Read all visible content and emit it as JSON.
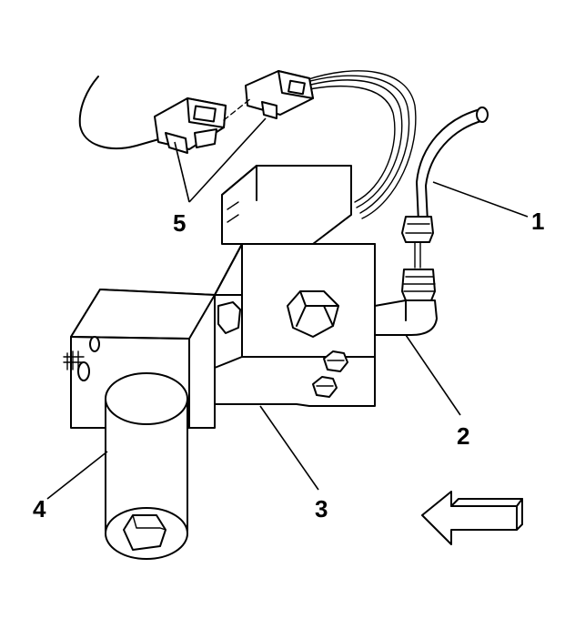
{
  "callouts": [
    {
      "id": "1",
      "label": "1"
    },
    {
      "id": "2",
      "label": "2"
    },
    {
      "id": "3",
      "label": "3"
    },
    {
      "id": "4",
      "label": "4"
    },
    {
      "id": "5",
      "label": "5"
    }
  ],
  "icons": {
    "direction": "arrow-left-icon"
  },
  "colors": {
    "line": "#000000",
    "background": "#ffffff"
  }
}
